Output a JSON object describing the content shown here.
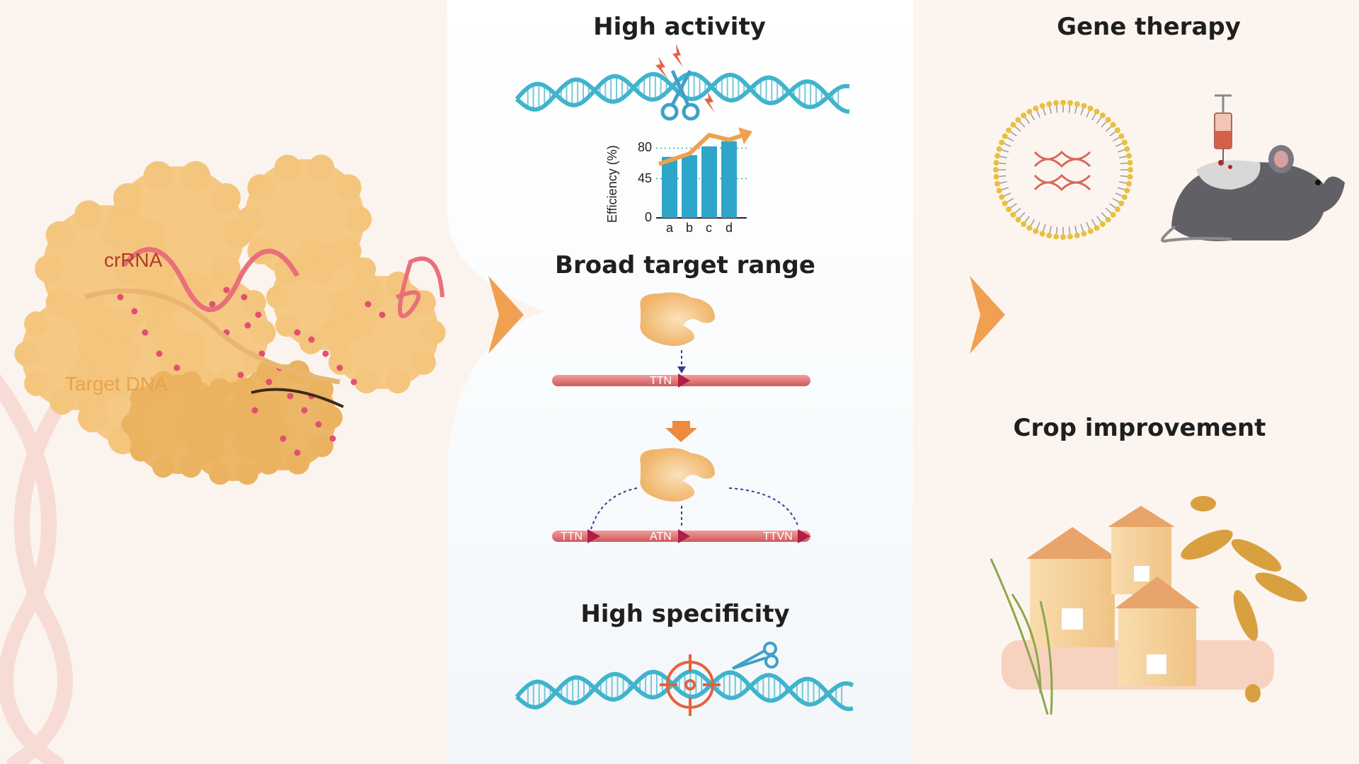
{
  "left_panel": {
    "crrna_label": "crRNA",
    "target_dna_label": "Target DNA"
  },
  "middle_panel": {
    "high_activity_title": "High activity",
    "broad_range_title": "Broad target range",
    "high_specificity_title": "High specificity",
    "pam_top": "TTN",
    "pam_bottom": [
      "TTN",
      "ATN",
      "TTVN"
    ]
  },
  "right_panel": {
    "gene_therapy_title": "Gene therapy",
    "crop_title": "Crop improvement"
  },
  "chart_data": {
    "type": "bar",
    "categories": [
      "a",
      "b",
      "c",
      "d"
    ],
    "values": [
      70,
      72,
      82,
      88
    ],
    "ylabel": "Efficiency (%)",
    "yticks": [
      0,
      45,
      80
    ],
    "ylim": [
      0,
      100
    ],
    "trend": "increasing"
  },
  "colors": {
    "protein": "#f4c57d",
    "crrna": "#e8707a",
    "dna_helix": "#3fb4cc",
    "arrow": "#f0a050",
    "bar": "#2ea6c9",
    "dna_rod": "#e27a7a",
    "pam_marker": "#b01e48",
    "silo_roof": "#e8a46a"
  }
}
